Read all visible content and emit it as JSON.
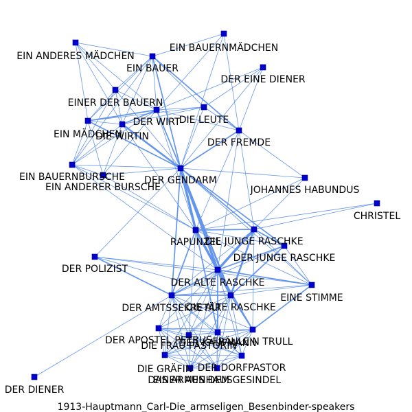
{
  "caption": "1913-Hauptmann_Carl-Die_armseligen_Besenbinder-speakers",
  "colors": {
    "node": "#0000cc",
    "edge": "#6495ed",
    "text": "#000000"
  },
  "nodes": [
    {
      "id": "ein-anderes-maedchen",
      "label": "EIN ANDERES MÄDCHEN"
    },
    {
      "id": "ein-bauernmaedchen",
      "label": "EIN BAUERNMÄDCHEN"
    },
    {
      "id": "ein-bauer",
      "label": "EIN BAUER"
    },
    {
      "id": "der-eine-diener",
      "label": "DER EINE DIENER"
    },
    {
      "id": "einer-der-bauern",
      "label": "EINER DER BAUERN"
    },
    {
      "id": "die-leute",
      "label": "DIE LEUTE"
    },
    {
      "id": "der-wirt",
      "label": "DER WIRT"
    },
    {
      "id": "ein-maedchen",
      "label": "EIN MÄDCHEN"
    },
    {
      "id": "die-wirtin",
      "label": "DIE WIRTIN"
    },
    {
      "id": "der-fremde",
      "label": "DER FREMDE"
    },
    {
      "id": "ein-bauernbursche",
      "label": "EIN BAUERNBURSCHE"
    },
    {
      "id": "ein-anderer-bursche",
      "label": "EIN ANDERER BURSCHE"
    },
    {
      "id": "der-gendarm",
      "label": "DER GENDARM"
    },
    {
      "id": "johannes-habundus",
      "label": "JOHANNES HABUNDUS"
    },
    {
      "id": "christel",
      "label": "CHRISTEL"
    },
    {
      "id": "rapunzel",
      "label": "RAPUNZEL"
    },
    {
      "id": "die-junge-raschke",
      "label": "DIE JUNGE RASCHKE"
    },
    {
      "id": "der-junge-raschke",
      "label": "DER JUNGE RASCHKE"
    },
    {
      "id": "der-polizist",
      "label": "DER POLIZIST"
    },
    {
      "id": "der-alte-raschke",
      "label": "DER ALTE RASCHKE"
    },
    {
      "id": "eine-stimme",
      "label": "EINE STIMME"
    },
    {
      "id": "der-amtssekretaer",
      "label": "DER AMTSSEKRETÄR"
    },
    {
      "id": "die-alte-raschke",
      "label": "DIE ALTE RASCHKE"
    },
    {
      "id": "der-apostel-petrus",
      "label": "DER APOSTEL PETRUS"
    },
    {
      "id": "die-frau-pastorin",
      "label": "DIE FRAU PASTORIN"
    },
    {
      "id": "der-kaufmann",
      "label": "DER KAUFMANN"
    },
    {
      "id": "fraeulein-trull",
      "label": "FRÄULEIN TRULL"
    },
    {
      "id": "die-graefin",
      "label": "DIE GRÄFIN"
    },
    {
      "id": "der-dorfpastor",
      "label": "DER DORFPASTOR"
    },
    {
      "id": "das-armenhaus",
      "label": "DAS ARMENHAUS"
    },
    {
      "id": "einer-aus-dem-gesindel",
      "label": "EINER AUS DEM GESINDEL"
    },
    {
      "id": "der-diener",
      "label": "DER DIENER"
    }
  ]
}
